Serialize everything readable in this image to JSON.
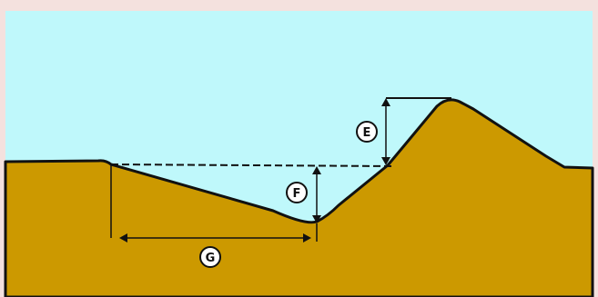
{
  "colors": {
    "page_border": "#f4e1de",
    "sky": "#bff8fb",
    "ground": "#cc9900",
    "outline": "#111111",
    "label_fill": "#ffffff"
  },
  "labels": {
    "e": "E",
    "f": "F",
    "g": "G"
  }
}
